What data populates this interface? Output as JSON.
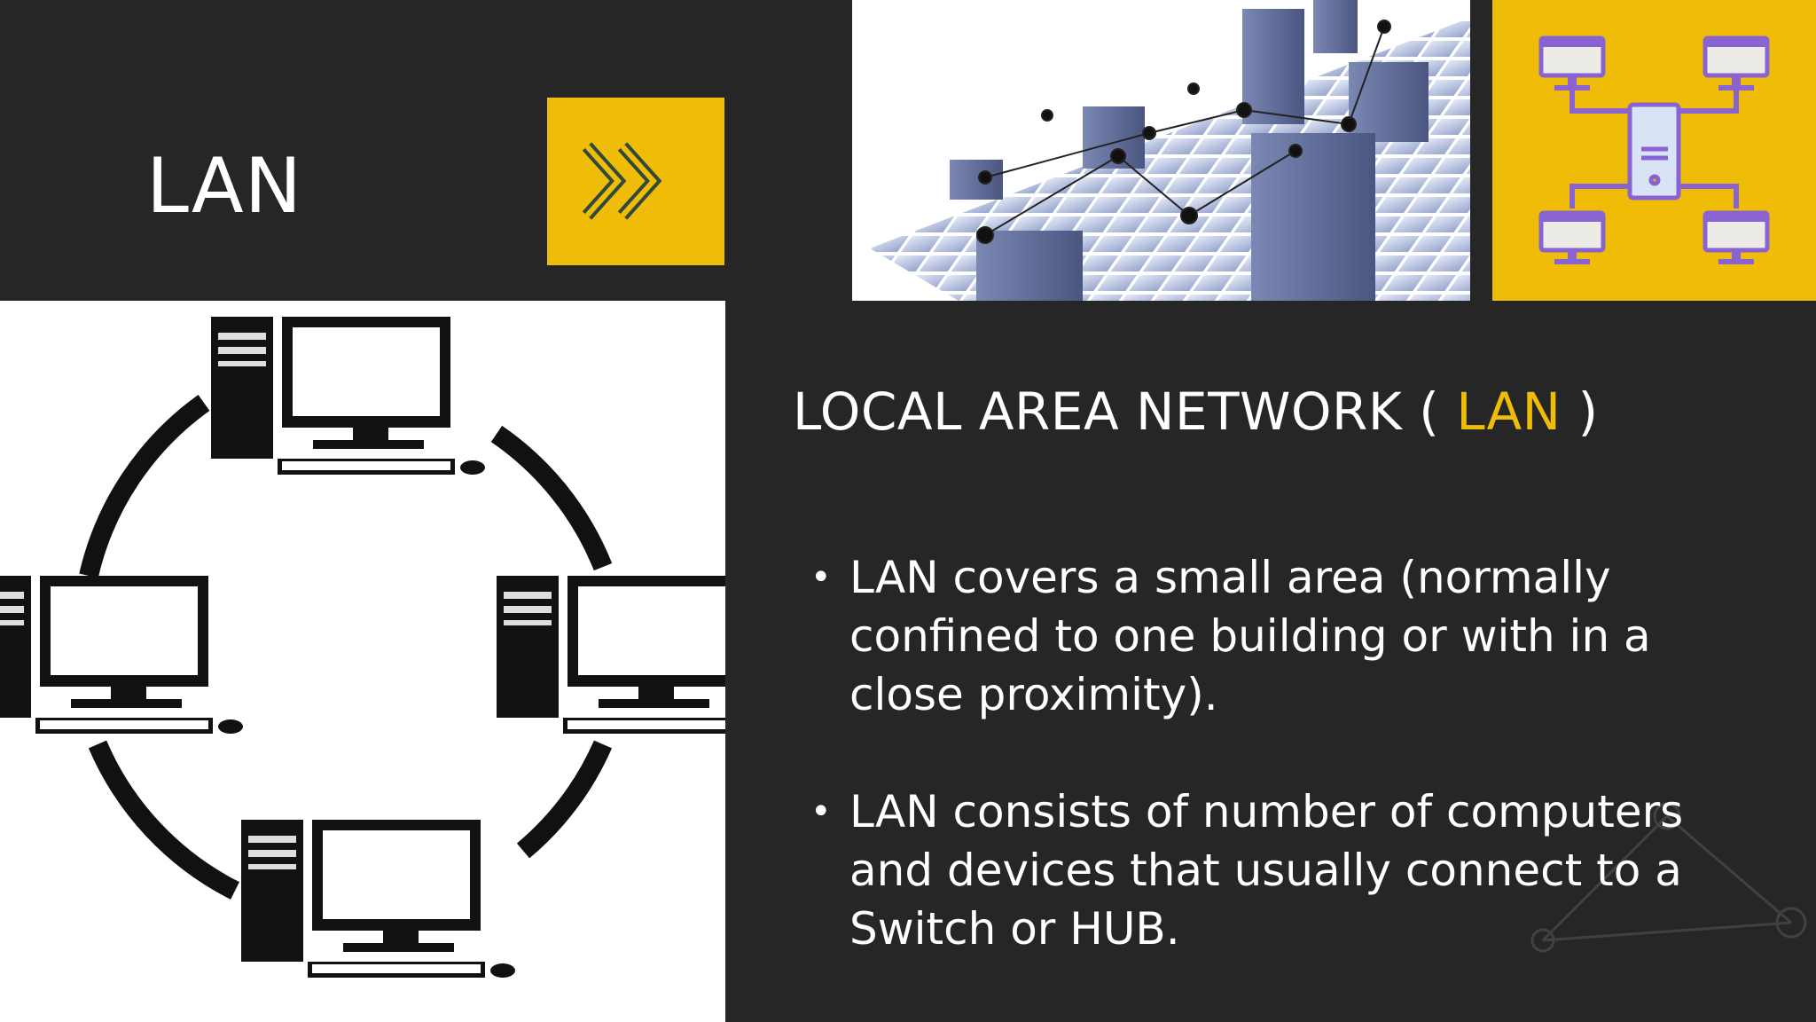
{
  "slide": {
    "title": "LAN",
    "heading_prefix": "LOCAL AREA NETWORK ( ",
    "heading_accent": "LAN",
    "heading_suffix": " )",
    "bullets": [
      "LAN covers a small area (normally confined to one building or with in a close proximity).",
      "LAN consists of number of computers and devices that usually connect to a Switch or HUB."
    ],
    "bullet_glyph": "•"
  },
  "colors": {
    "background": "#262626",
    "accent": "#efbd07",
    "text": "#ffffff",
    "icon_purple": "#8a63d2"
  },
  "icons": {
    "next": "double-chevron-right-icon",
    "topology": "star-topology-icon"
  }
}
